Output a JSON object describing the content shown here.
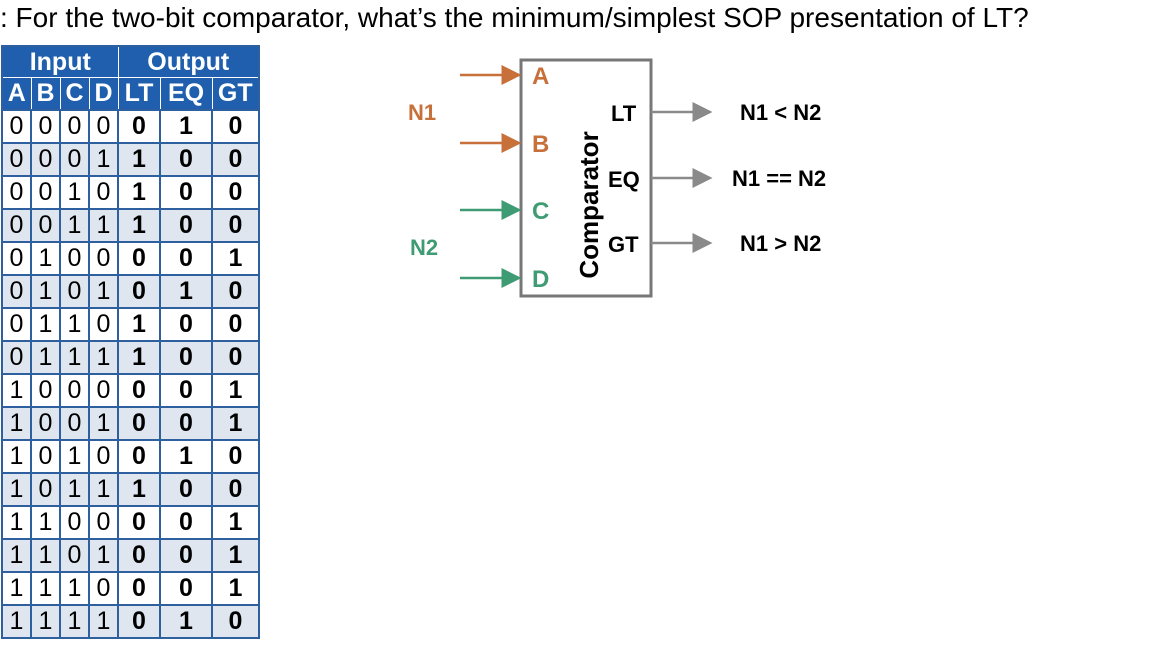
{
  "question": ": For the two-bit comparator, what’s the minimum/simplest SOP presentation of LT?",
  "table": {
    "group_headers": [
      "Input",
      "Output"
    ],
    "columns": [
      "A",
      "B",
      "C",
      "D",
      "LT",
      "EQ",
      "GT"
    ],
    "rows": [
      [
        "0",
        "0",
        "0",
        "0",
        "0",
        "1",
        "0"
      ],
      [
        "0",
        "0",
        "0",
        "1",
        "1",
        "0",
        "0"
      ],
      [
        "0",
        "0",
        "1",
        "0",
        "1",
        "0",
        "0"
      ],
      [
        "0",
        "0",
        "1",
        "1",
        "1",
        "0",
        "0"
      ],
      [
        "0",
        "1",
        "0",
        "0",
        "0",
        "0",
        "1"
      ],
      [
        "0",
        "1",
        "0",
        "1",
        "0",
        "1",
        "0"
      ],
      [
        "0",
        "1",
        "1",
        "0",
        "1",
        "0",
        "0"
      ],
      [
        "0",
        "1",
        "1",
        "1",
        "1",
        "0",
        "0"
      ],
      [
        "1",
        "0",
        "0",
        "0",
        "0",
        "0",
        "1"
      ],
      [
        "1",
        "0",
        "0",
        "1",
        "0",
        "0",
        "1"
      ],
      [
        "1",
        "0",
        "1",
        "0",
        "0",
        "1",
        "0"
      ],
      [
        "1",
        "0",
        "1",
        "1",
        "1",
        "0",
        "0"
      ],
      [
        "1",
        "1",
        "0",
        "0",
        "0",
        "0",
        "1"
      ],
      [
        "1",
        "1",
        "0",
        "1",
        "0",
        "0",
        "1"
      ],
      [
        "1",
        "1",
        "1",
        "0",
        "0",
        "0",
        "1"
      ],
      [
        "1",
        "1",
        "1",
        "1",
        "0",
        "1",
        "0"
      ]
    ]
  },
  "diagram": {
    "block_label": "Comparator",
    "group_n1": "N1",
    "group_n2": "N2",
    "inputs": [
      "A",
      "B",
      "C",
      "D"
    ],
    "outputs": [
      "LT",
      "EQ",
      "GT"
    ],
    "results": [
      "N1 < N2",
      "N1 == N2",
      "N1 > N2"
    ],
    "colors": {
      "n1": "#c8703a",
      "n2": "#3f9b73",
      "arrow_out": "#8a8a8a",
      "table_header": "#1f5fae"
    }
  }
}
